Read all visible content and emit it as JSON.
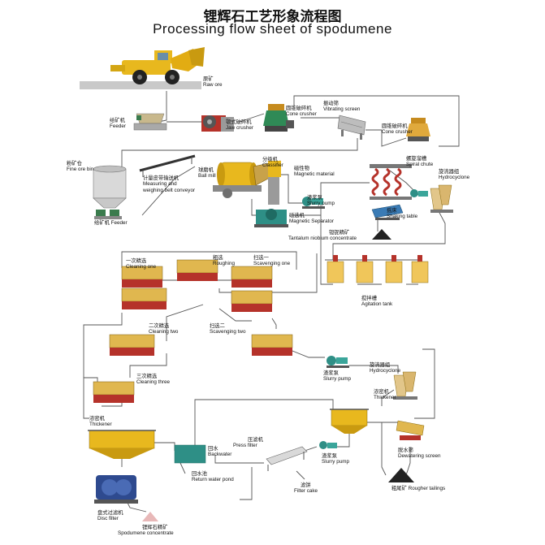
{
  "title": {
    "cn": "锂辉石工艺形象流程图",
    "en": "Processing flow sheet of spodumene"
  },
  "labels": {
    "raw_ore": {
      "cn": "原矿",
      "en": "Raw ore"
    },
    "feeder_top": {
      "cn": "给矿机",
      "en": "Feeder"
    },
    "jaw_crusher": {
      "cn": "颚式破碎机",
      "en": "Jaw crusher"
    },
    "cone_crusher_1": {
      "cn": "圆锥破碎机",
      "en": "Cone crusher"
    },
    "vibrating_screen": {
      "cn": "振动筛",
      "en": "Vibrating screen"
    },
    "cone_crusher_2": {
      "cn": "圆锥破碎机",
      "en": "Cone crusher"
    },
    "fine_ore_bin": {
      "cn": "粉矿仓",
      "en": "Fine ore bin"
    },
    "belt_conveyor": {
      "cn": "计量皮带输送机",
      "en": "Measuring and",
      "en2": "weighing belt conveyor"
    },
    "ball_mill": {
      "cn": "球磨机",
      "en": "Ball mill"
    },
    "classifier": {
      "cn": "分级机",
      "en": "Classifier"
    },
    "magnetic_material": {
      "cn": "磁性物",
      "en": "Magnetic material"
    },
    "slurry_pump_1": {
      "cn": "渣浆泵",
      "en": "Slurry pump"
    },
    "magnetic_separator": {
      "cn": "磁选机",
      "en": "Magnetic Separator"
    },
    "spiral_chute": {
      "cn": "螺旋溜槽",
      "en": "Spiral chute"
    },
    "hydrocyclone_1": {
      "cn": "旋流器组",
      "en": "Hydrocyclone"
    },
    "shaking_table": {
      "cn": "摇床",
      "en": "Shaking table"
    },
    "feeder_bottom": {
      "cn": "给矿机",
      "en": "Feeder"
    },
    "tantalum": {
      "cn": "钽铌精矿",
      "en": "Tantalum niobium concentrate"
    },
    "cleaning_one": {
      "cn": "一次精选",
      "en": "Cleaning one"
    },
    "roughing": {
      "cn": "粗选",
      "en": "Roughing"
    },
    "scavenging_one": {
      "cn": "扫选一",
      "en": "Scavenging one"
    },
    "agitation_tank": {
      "cn": "搅拌槽",
      "en": "Agitation tank"
    },
    "cleaning_two": {
      "cn": "二次精选",
      "en": "Cleaning two"
    },
    "scavenging_two": {
      "cn": "扫选二",
      "en": "Scavenging two"
    },
    "slurry_pump_2": {
      "cn": "渣浆泵",
      "en": "Slurry pump"
    },
    "hydrocyclone_2": {
      "cn": "旋流器组",
      "en": "Hydrocyclone"
    },
    "cleaning_three": {
      "cn": "三次精选",
      "en": "Cleaning three"
    },
    "thickener_right": {
      "cn": "浓密机",
      "en": "Thickener"
    },
    "thickener_left": {
      "cn": "浓密机",
      "en": "Thickener"
    },
    "backwater": {
      "cn": "回水",
      "en": "Backwater"
    },
    "press_filter": {
      "cn": "压滤机",
      "en": "Press filter"
    },
    "slurry_pump_3": {
      "cn": "渣浆泵",
      "en": "Slurry pump"
    },
    "dewatering_screen": {
      "cn": "脱水筛",
      "en": "Dewatering screen"
    },
    "return_water_pond": {
      "cn": "回水池",
      "en": "Return water pond"
    },
    "filter_cake": {
      "cn": "滤饼",
      "en": "Filter cake"
    },
    "rougher_tailings": {
      "cn": "粗尾矿",
      "en": "Rougher tailings"
    },
    "disc_filter": {
      "cn": "盘式过滤机",
      "en": "Disc filter"
    },
    "spodumene_concentrate": {
      "cn": "锂辉石精矿",
      "en": "Spodumene concentrate"
    }
  },
  "colors": {
    "machine_yellow": "#e8b81e",
    "machine_red": "#b5322a",
    "machine_gray": "#9a9a9a",
    "pump_teal": "#2e8f86",
    "tank_yellow": "#f0c65a",
    "line_gray": "#555555"
  },
  "icons": [
    "loader-truck-icon",
    "feeder-icon",
    "jaw-crusher-icon",
    "cone-crusher-icon",
    "vibrating-screen-icon",
    "ore-bin-icon",
    "belt-conveyor-icon",
    "ball-mill-icon",
    "classifier-icon",
    "slurry-pump-icon",
    "magnetic-separator-icon",
    "spiral-chute-icon",
    "hydrocyclone-icon",
    "shaking-table-icon",
    "agitation-tank-icon",
    "flotation-cell-icon",
    "thickener-icon",
    "press-filter-icon",
    "dewatering-screen-icon",
    "disc-filter-icon",
    "ore-pile-icon"
  ]
}
